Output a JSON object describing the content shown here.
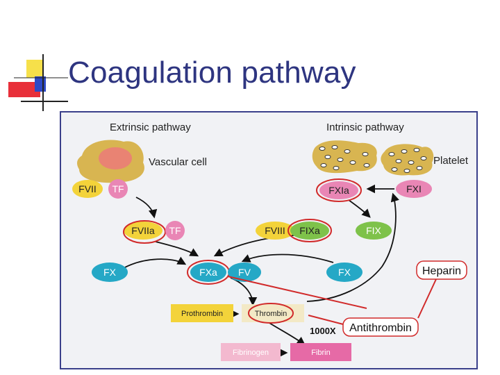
{
  "slide": {
    "title": "Coagulation pathway"
  },
  "diagram": {
    "extrinsic_label": "Extrinsic pathway",
    "intrinsic_label": "Intrinsic pathway",
    "vascular_cell": "Vascular cell",
    "platelet": "Platelet",
    "factors": {
      "fvii": "FVII",
      "tf1": "TF",
      "fviia": "FVIIa",
      "tf2": "TF",
      "fxia": "FXIa",
      "fxi": "FXI",
      "fviii": "FVIII",
      "fixa": "FIXa",
      "fix": "FIX",
      "fx_left": "FX",
      "fxa": "FXa",
      "fv": "FV",
      "fx_right": "FX",
      "prothrombin": "Prothrombin",
      "thrombin": "Thrombin",
      "fibrinogen": "Fibrinogen",
      "fibrin": "Fibrin"
    },
    "annotations": {
      "heparin": "Heparin",
      "antithrombin": "Antithrombin",
      "multiplier": "1000X"
    },
    "colors": {
      "yellow": "#f3d33a",
      "pink": "#e986b5",
      "teal": "#25a8c6",
      "green": "#7ec24a",
      "light_pink": "#f3b9cf",
      "magenta": "#e66aa6",
      "red_outline": "#d12a2a",
      "cell": "#d8b551"
    }
  }
}
